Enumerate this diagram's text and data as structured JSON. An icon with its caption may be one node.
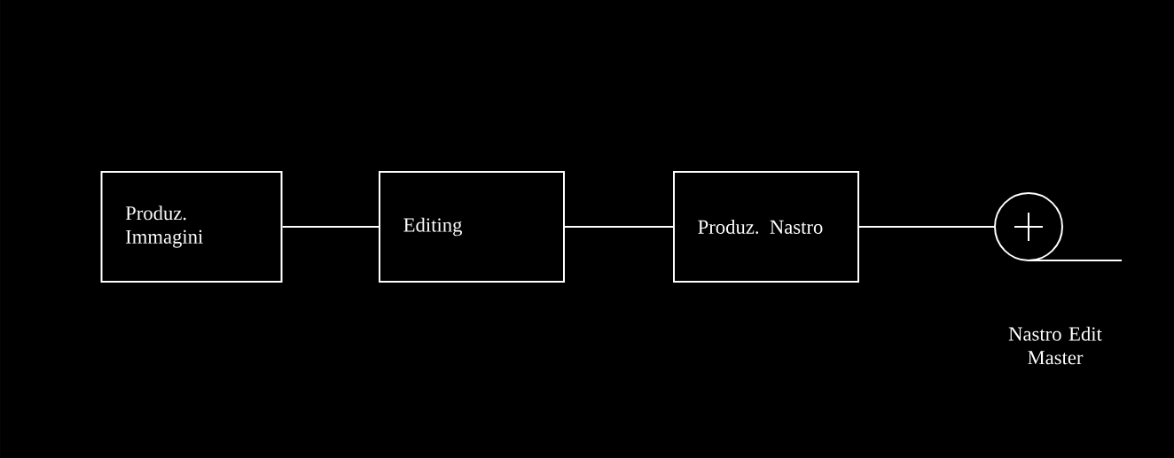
{
  "diagram": {
    "nodes": [
      {
        "text": [
          "Produz. Immagini"
        ]
      },
      {
        "text": [
          "Editing"
        ]
      },
      {
        "text": [
          "Produz. Nastro"
        ]
      },
      {
        "text": [],
        "shape": "circle",
        "beside": [
          "Nastro Edit Master"
        ]
      }
    ],
    "edges": [
      {
        "from": 0,
        "to": 1,
        "arrow": "none"
      },
      {
        "from": 1,
        "to": 2,
        "arrow": "none"
      },
      {
        "from": 2,
        "to": 3,
        "arrow": "none"
      }
    ]
  }
}
